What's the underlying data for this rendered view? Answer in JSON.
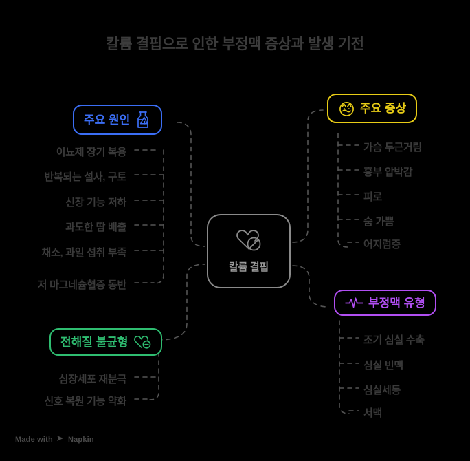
{
  "title": "칼륨 결핍으로 인한 부정맥 증상과 발생 기전",
  "center": {
    "label": "칼륨 결핍",
    "icon": "heart-pill-icon",
    "color": "#8a8a8a"
  },
  "branches": [
    {
      "id": "causes",
      "label": "주요 원인",
      "icon": "alert-bottle-icon",
      "color": "#3b6ef5",
      "side": "left",
      "items": [
        "이뇨제 장기 복용",
        "반복되는 설사, 구토",
        "신장 기능 저하",
        "과도한 땀 배출",
        "채소, 과일 섭취 부족",
        "저 마그네슘혈증 동반"
      ]
    },
    {
      "id": "symptoms",
      "label": "주요 증상",
      "icon": "dizzy-face-icon",
      "color": "#e8cc16",
      "side": "right",
      "items": [
        "가슴 두근거림",
        "흉부 압박감",
        "피로",
        "숨 가쁨",
        "어지럼증"
      ]
    },
    {
      "id": "types",
      "label": "부정맥 유형",
      "icon": "ecg-pulse-icon",
      "color": "#b14ff2",
      "side": "right",
      "items": [
        "조기 심실 수축",
        "심실 빈맥",
        "심실세동",
        "서맥"
      ]
    },
    {
      "id": "electrolyte",
      "label": "전해질 불균형",
      "icon": "heart-minus-icon",
      "color": "#2fbd71",
      "side": "left",
      "items": [
        "심장세포 재분극",
        "신호 복원 기능 약화"
      ]
    }
  ],
  "footer": {
    "text_before": "Made with",
    "brand": "Napkin",
    "icon": "napkin-play-icon"
  },
  "theme": {
    "background": "#000000",
    "title_color": "#3c3c3c",
    "leaf_color": "#3a3a3a",
    "wire_color": "#555555"
  }
}
